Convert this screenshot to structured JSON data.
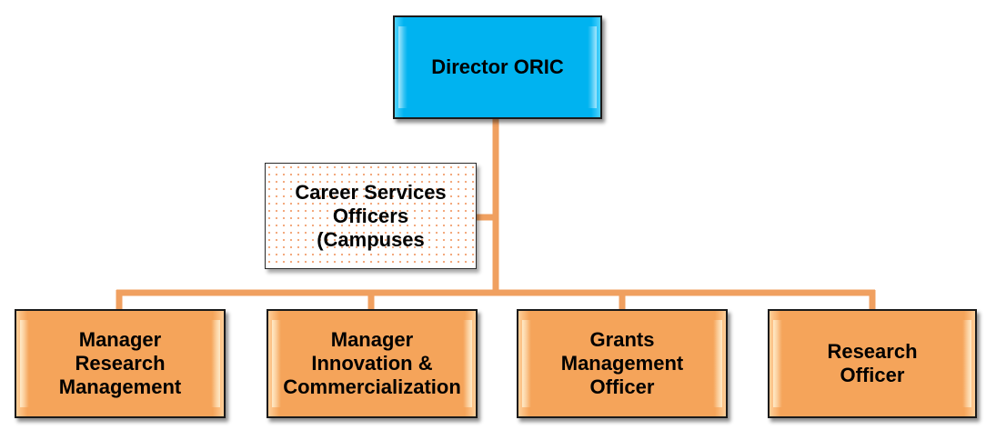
{
  "diagram": {
    "type": "org-chart",
    "connector_color": "#f0a060",
    "root": {
      "label": "Director ORIC",
      "color": "#00b3f0"
    },
    "side_node": {
      "label": "Career Services\nOfficers\n(Campuses",
      "style": "dotted-orange-pattern"
    },
    "children": [
      {
        "label": "Manager\nResearch\nManagement",
        "color": "#f5a45a"
      },
      {
        "label": "Manager\nInnovation &\nCommercialization",
        "color": "#f5a45a"
      },
      {
        "label": "Grants\nManagement\nOfficer",
        "color": "#f5a45a"
      },
      {
        "label": "Research\nOfficer",
        "color": "#f5a45a"
      }
    ]
  }
}
